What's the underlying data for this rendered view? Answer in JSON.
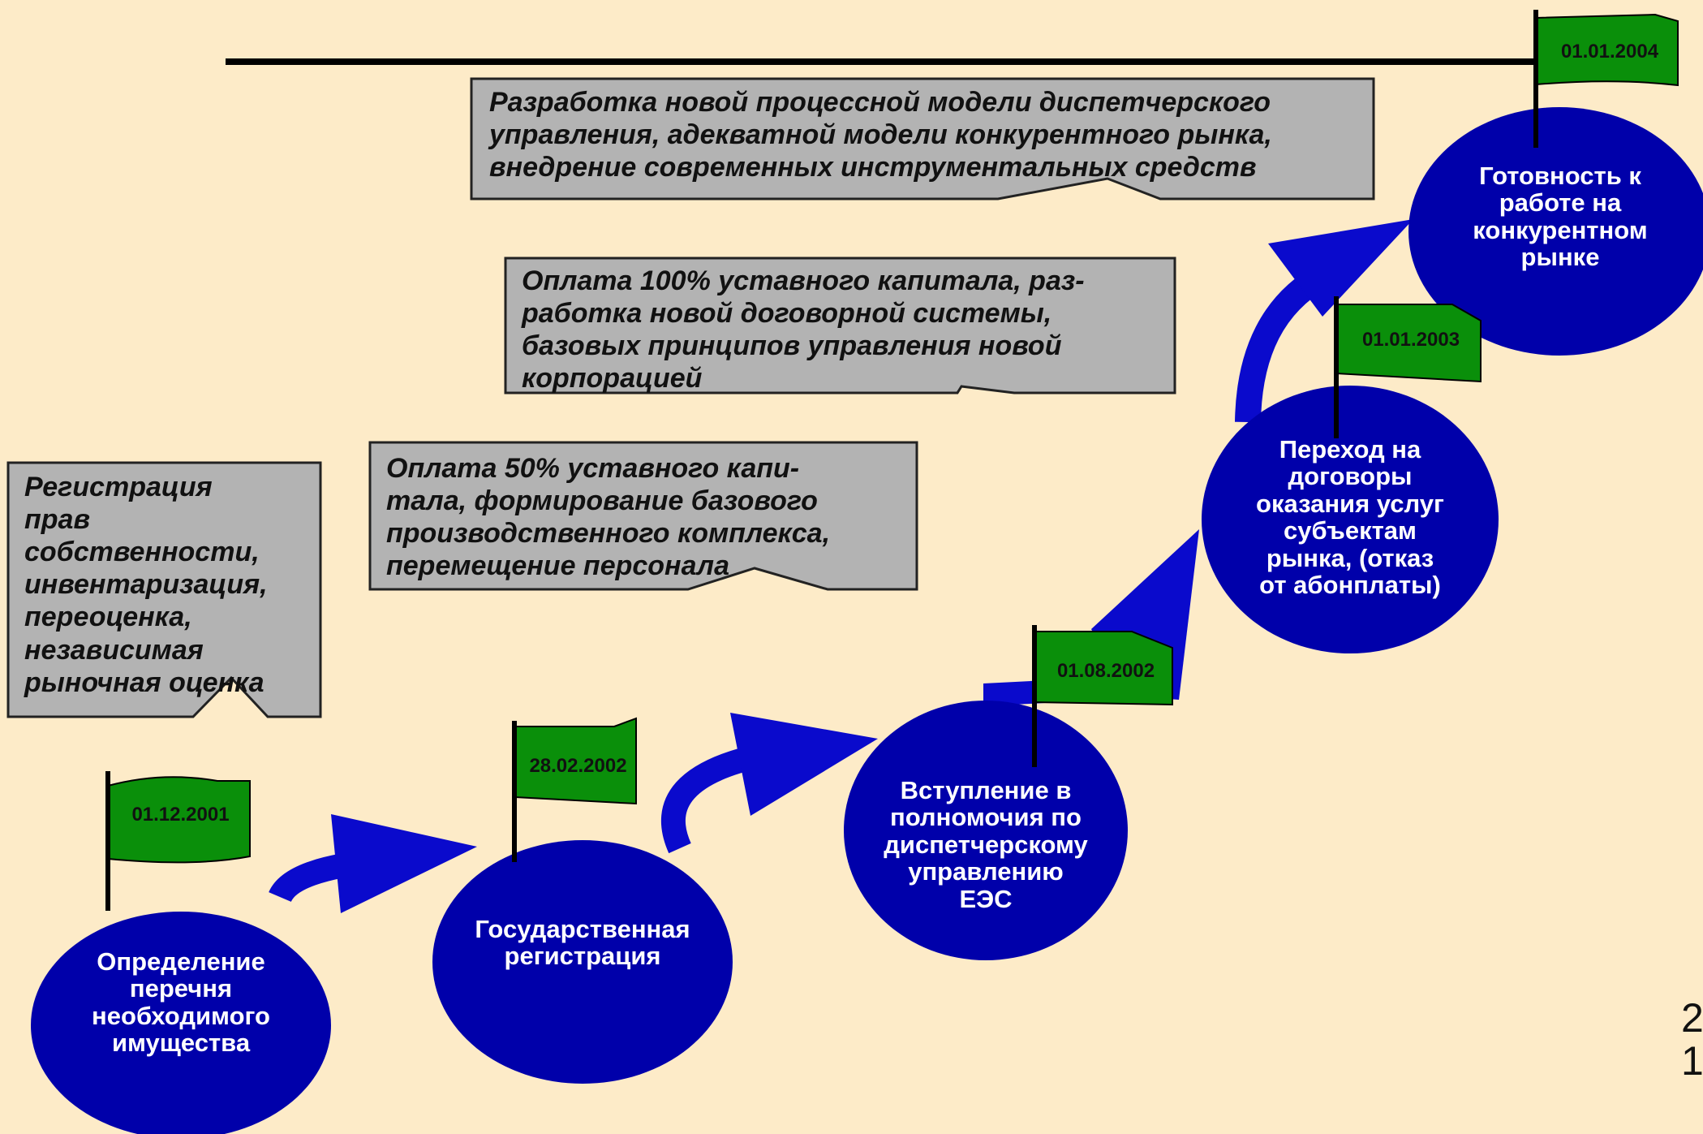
{
  "colors": {
    "background": "#FDEBC8",
    "circle": "#0000AA",
    "arrow": "#0A0ACC",
    "callout_fill": "#B3B3B3",
    "flag": "#0A8F0A",
    "text_dark": "#111111",
    "text_light": "#FFFFFF"
  },
  "milestones": [
    {
      "label": "Определение\nперечня\nнеобходимого\nимущества",
      "date": "01.12.2001"
    },
    {
      "label": "Государственная\nрегистрация",
      "date": "28.02.2002"
    },
    {
      "label": "Вступление в\nполномочия по\nдиспетчерскому\nуправлению\nЕЭС",
      "date": "01.08.2002"
    },
    {
      "label": "Переход на\nдоговоры\nоказания услуг\nсубъектам\nрынка,  (отказ\nот абонплаты)",
      "date": "01.01.2003"
    },
    {
      "label": "Готовность к\nработе на\nконкурентном\nрынке",
      "date": "01.01.2004"
    }
  ],
  "callouts": [
    {
      "text": "Регистрация\nправ\nсобственности,\nинвентаризация,\nпереоценка,\nнезависимая\nрыночная оценка"
    },
    {
      "text": "Оплата 50% уставного капи-\nтала, формирование базового\nпроизводственного комплекса,\nперемещение персонала"
    },
    {
      "text": "Оплата 100% уставного капитала, раз-\nработка новой договорной системы,\nбазовых принципов управления новой\nкорпорацией"
    },
    {
      "text": "Разработка новой процессной модели диспетчерского\nуправления, адекватной модели конкурентного рынка,\nвнедрение современных инструментальных средств"
    }
  ],
  "page_number": "2\n1"
}
